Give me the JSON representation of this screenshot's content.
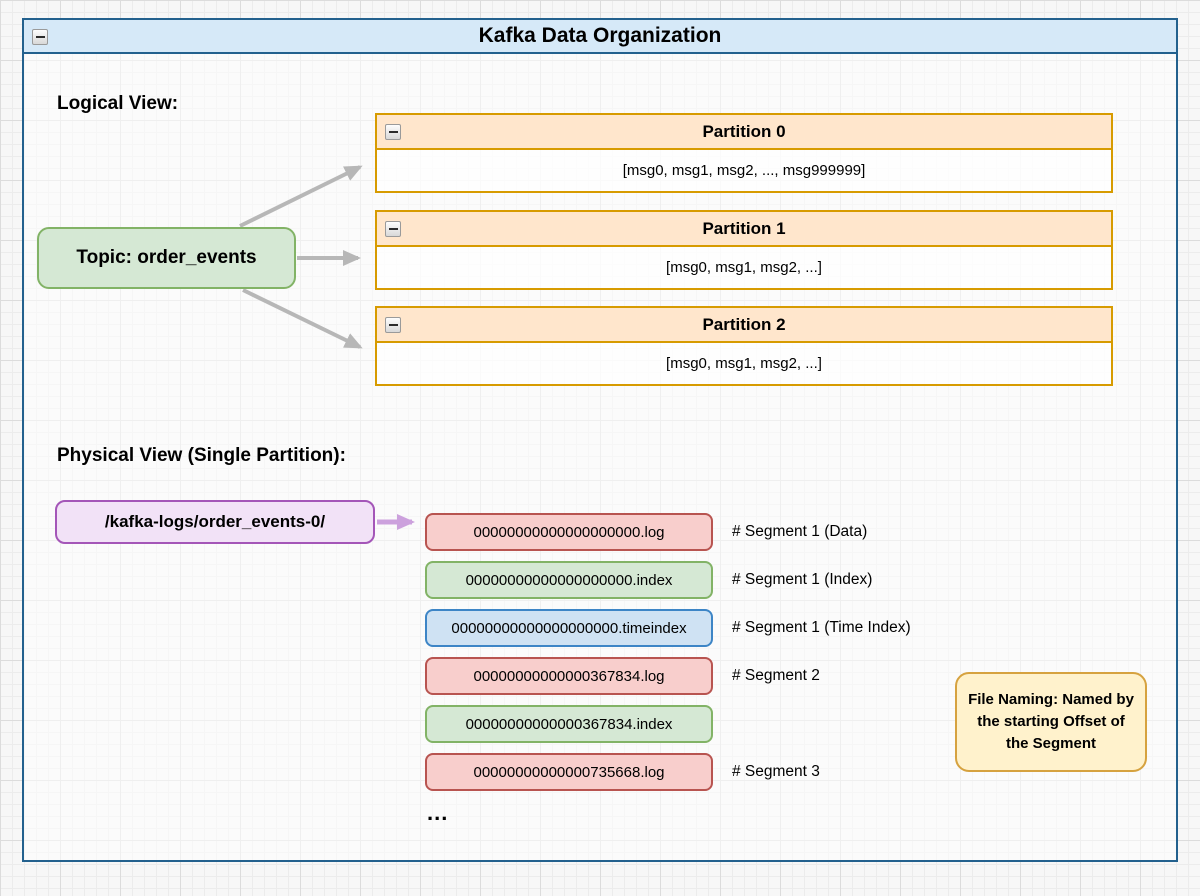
{
  "diagram": {
    "title": "Kafka Data Organization",
    "sections": {
      "logical": "Logical View:",
      "physical": "Physical View (Single Partition):"
    },
    "topic": {
      "label": "Topic: order_events"
    },
    "partitions": [
      {
        "name": "Partition 0",
        "messages": "[msg0, msg1, msg2, ..., msg999999]"
      },
      {
        "name": "Partition 1",
        "messages": "[msg0, msg1, msg2, ...]"
      },
      {
        "name": "Partition 2",
        "messages": "[msg0, msg1, msg2, ...]"
      }
    ],
    "directory": {
      "label": "/kafka-logs/order_events-0/"
    },
    "files": [
      {
        "name": "00000000000000000000.log",
        "color": "red",
        "annotation": "# Segment 1 (Data)"
      },
      {
        "name": "00000000000000000000.index",
        "color": "green",
        "annotation": "# Segment 1 (Index)"
      },
      {
        "name": "00000000000000000000.timeindex",
        "color": "blue",
        "annotation": "# Segment 1 (Time Index)"
      },
      {
        "name": "00000000000000367834.log",
        "color": "red",
        "annotation": "# Segment 2"
      },
      {
        "name": "00000000000000367834.index",
        "color": "green",
        "annotation": ""
      },
      {
        "name": "00000000000000735668.log",
        "color": "red",
        "annotation": "# Segment 3"
      }
    ],
    "note": "File Naming: Named by the starting Offset of the Segment",
    "ellipsis": "...",
    "colors": {
      "container_fill": "#d6e9f8",
      "container_border": "#23618e",
      "partition_fill": "#ffe6cc",
      "partition_border": "#d79b00",
      "topic_fill": "#d5e8d4",
      "topic_border": "#82b366",
      "directory_fill": "#f2e2f7",
      "directory_border": "#a456b8",
      "file_red_fill": "#f8cecc",
      "file_red_border": "#b85450",
      "file_green_fill": "#d5e8d4",
      "file_green_border": "#82b366",
      "file_blue_fill": "#cfe2f3",
      "file_blue_border": "#3d85c6",
      "note_fill": "#fff2cc",
      "note_border": "#d6a23f",
      "arrow_gray": "#616161",
      "arrow_purple": "#8f2fb3"
    }
  }
}
